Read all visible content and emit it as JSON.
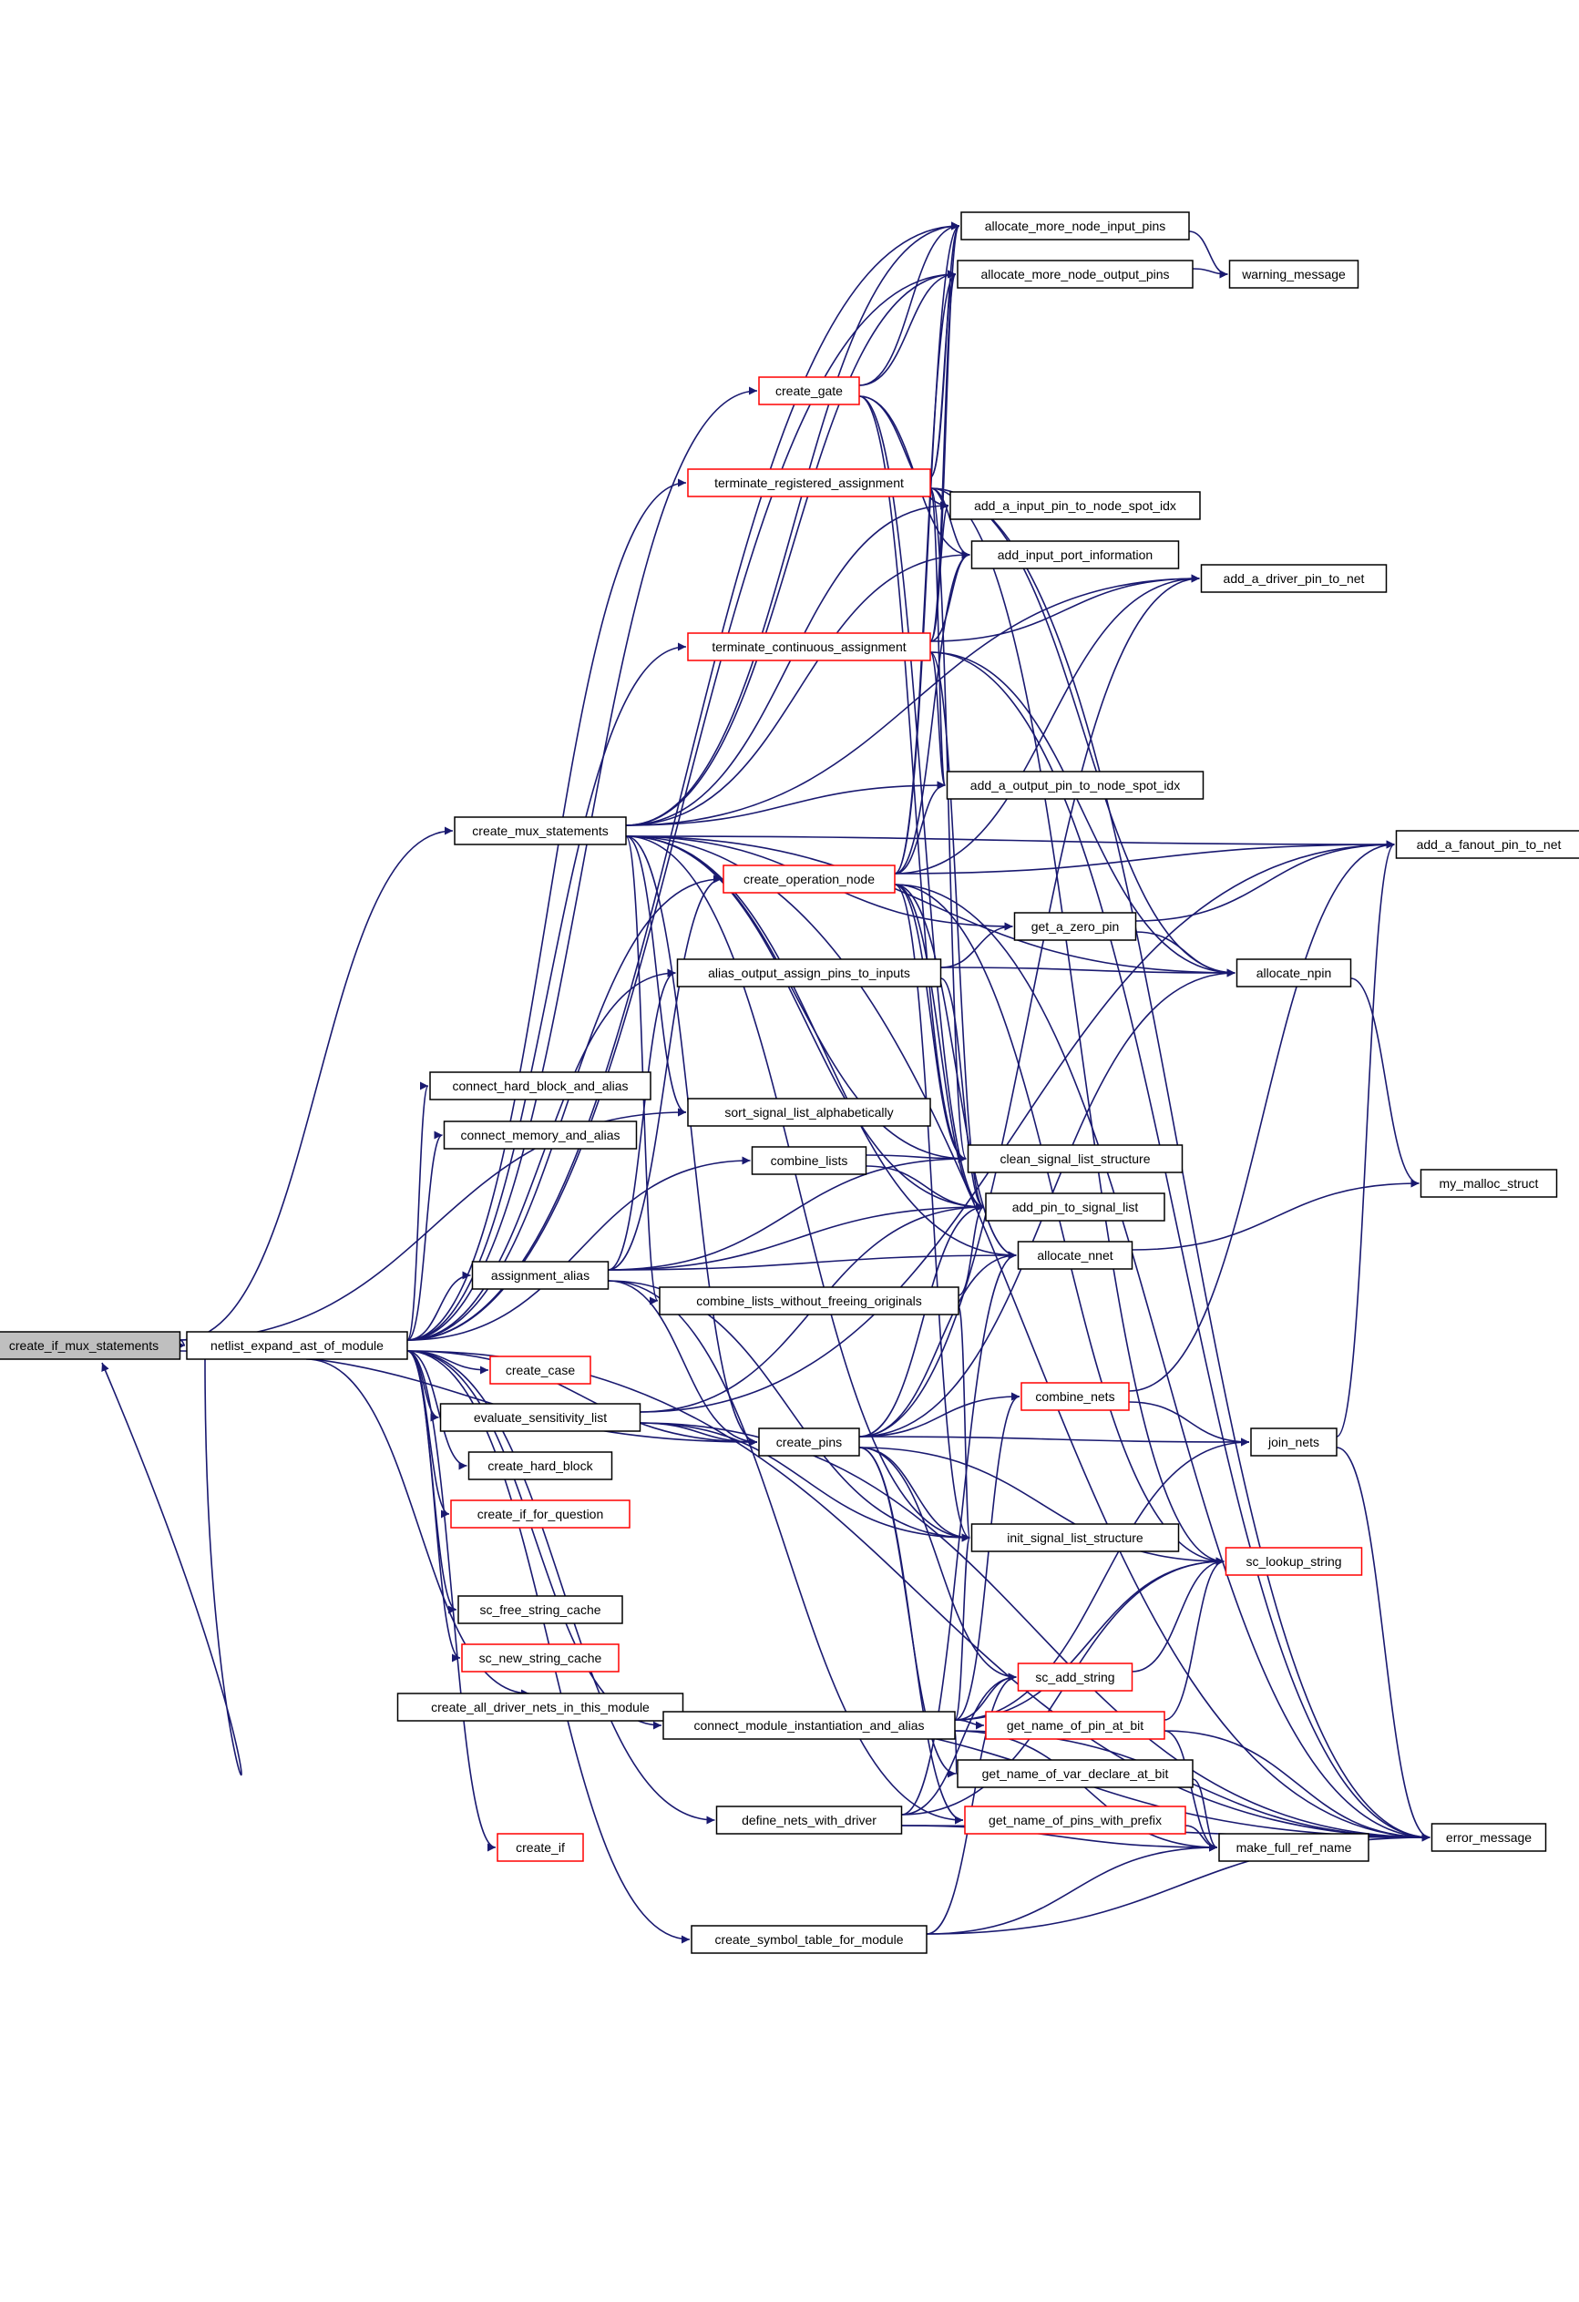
{
  "colors": {
    "edge": "#191970",
    "truncated_border": "#ff0000",
    "root_fill": "#bfbfbf"
  },
  "root": "create_if_mux_statements",
  "nodes": [
    {
      "id": "create_if_mux_statements",
      "label": "create_if_mux_statements",
      "truncated": false
    },
    {
      "id": "netlist_expand_ast_of_module",
      "label": "netlist_expand_ast_of_module",
      "truncated": false
    },
    {
      "id": "create_mux_statements",
      "label": "create_mux_statements",
      "truncated": false
    },
    {
      "id": "allocate_more_node_input_pins",
      "label": "allocate_more_node_input_pins",
      "truncated": false
    },
    {
      "id": "allocate_more_node_output_pins",
      "label": "allocate_more_node_output_pins",
      "truncated": false
    },
    {
      "id": "warning_message",
      "label": "warning_message",
      "truncated": false
    },
    {
      "id": "create_gate",
      "label": "create_gate",
      "truncated": true
    },
    {
      "id": "terminate_registered_assignment",
      "label": "terminate_registered_assignment",
      "truncated": true
    },
    {
      "id": "add_a_input_pin_to_node_spot_idx",
      "label": "add_a_input_pin_to_node_spot_idx",
      "truncated": false
    },
    {
      "id": "add_input_port_information",
      "label": "add_input_port_information",
      "truncated": false
    },
    {
      "id": "add_a_driver_pin_to_net",
      "label": "add_a_driver_pin_to_net",
      "truncated": false
    },
    {
      "id": "terminate_continuous_assignment",
      "label": "terminate_continuous_assignment",
      "truncated": true
    },
    {
      "id": "add_a_output_pin_to_node_spot_idx",
      "label": "add_a_output_pin_to_node_spot_idx",
      "truncated": false
    },
    {
      "id": "add_a_fanout_pin_to_net",
      "label": "add_a_fanout_pin_to_net",
      "truncated": false
    },
    {
      "id": "create_operation_node",
      "label": "create_operation_node",
      "truncated": true
    },
    {
      "id": "get_a_zero_pin",
      "label": "get_a_zero_pin",
      "truncated": false
    },
    {
      "id": "alias_output_assign_pins_to_inputs",
      "label": "alias_output_assign_pins_to_inputs",
      "truncated": false
    },
    {
      "id": "allocate_npin",
      "label": "allocate_npin",
      "truncated": false
    },
    {
      "id": "connect_hard_block_and_alias",
      "label": "connect_hard_block_and_alias",
      "truncated": false
    },
    {
      "id": "connect_memory_and_alias",
      "label": "connect_memory_and_alias",
      "truncated": false
    },
    {
      "id": "sort_signal_list_alphabetically",
      "label": "sort_signal_list_alphabetically",
      "truncated": false
    },
    {
      "id": "combine_lists",
      "label": "combine_lists",
      "truncated": false
    },
    {
      "id": "clean_signal_list_structure",
      "label": "clean_signal_list_structure",
      "truncated": false
    },
    {
      "id": "my_malloc_struct",
      "label": "my_malloc_struct",
      "truncated": false
    },
    {
      "id": "add_pin_to_signal_list",
      "label": "add_pin_to_signal_list",
      "truncated": false
    },
    {
      "id": "allocate_nnet",
      "label": "allocate_nnet",
      "truncated": false
    },
    {
      "id": "assignment_alias",
      "label": "assignment_alias",
      "truncated": false
    },
    {
      "id": "combine_lists_without_freeing_originals",
      "label": "combine_lists_without_freeing_originals",
      "truncated": false
    },
    {
      "id": "create_case",
      "label": "create_case",
      "truncated": true
    },
    {
      "id": "combine_nets",
      "label": "combine_nets",
      "truncated": true
    },
    {
      "id": "evaluate_sensitivity_list",
      "label": "evaluate_sensitivity_list",
      "truncated": false
    },
    {
      "id": "create_pins",
      "label": "create_pins",
      "truncated": false
    },
    {
      "id": "join_nets",
      "label": "join_nets",
      "truncated": false
    },
    {
      "id": "create_hard_block",
      "label": "create_hard_block",
      "truncated": false
    },
    {
      "id": "create_if_for_question",
      "label": "create_if_for_question",
      "truncated": true
    },
    {
      "id": "init_signal_list_structure",
      "label": "init_signal_list_structure",
      "truncated": false
    },
    {
      "id": "sc_lookup_string",
      "label": "sc_lookup_string",
      "truncated": true
    },
    {
      "id": "sc_free_string_cache",
      "label": "sc_free_string_cache",
      "truncated": false
    },
    {
      "id": "sc_new_string_cache",
      "label": "sc_new_string_cache",
      "truncated": true
    },
    {
      "id": "sc_add_string",
      "label": "sc_add_string",
      "truncated": true
    },
    {
      "id": "create_all_driver_nets_in_this_module",
      "label": "create_all_driver_nets_in_this_module",
      "truncated": false
    },
    {
      "id": "connect_module_instantiation_and_alias",
      "label": "connect_module_instantiation_and_alias",
      "truncated": false
    },
    {
      "id": "get_name_of_pin_at_bit",
      "label": "get_name_of_pin_at_bit",
      "truncated": true
    },
    {
      "id": "get_name_of_var_declare_at_bit",
      "label": "get_name_of_var_declare_at_bit",
      "truncated": false
    },
    {
      "id": "define_nets_with_driver",
      "label": "define_nets_with_driver",
      "truncated": false
    },
    {
      "id": "get_name_of_pins_with_prefix",
      "label": "get_name_of_pins_with_prefix",
      "truncated": true
    },
    {
      "id": "error_message",
      "label": "error_message",
      "truncated": false
    },
    {
      "id": "create_if",
      "label": "create_if",
      "truncated": true
    },
    {
      "id": "make_full_ref_name",
      "label": "make_full_ref_name",
      "truncated": false
    },
    {
      "id": "create_symbol_table_for_module",
      "label": "create_symbol_table_for_module",
      "truncated": false
    }
  ],
  "edges": [
    [
      "create_if_mux_statements",
      "netlist_expand_ast_of_module"
    ],
    [
      "create_if_mux_statements",
      "create_mux_statements"
    ],
    [
      "create_if_mux_statements",
      "sort_signal_list_alphabetically"
    ],
    [
      "create_if_mux_statements",
      "create_pins"
    ],
    [
      "netlist_expand_ast_of_module",
      "create_if_mux_statements"
    ],
    [
      "netlist_expand_ast_of_module",
      "allocate_more_node_input_pins"
    ],
    [
      "netlist_expand_ast_of_module",
      "allocate_more_node_output_pins"
    ],
    [
      "netlist_expand_ast_of_module",
      "create_gate"
    ],
    [
      "netlist_expand_ast_of_module",
      "terminate_registered_assignment"
    ],
    [
      "netlist_expand_ast_of_module",
      "terminate_continuous_assignment"
    ],
    [
      "netlist_expand_ast_of_module",
      "create_operation_node"
    ],
    [
      "netlist_expand_ast_of_module",
      "alias_output_assign_pins_to_inputs"
    ],
    [
      "netlist_expand_ast_of_module",
      "connect_hard_block_and_alias"
    ],
    [
      "netlist_expand_ast_of_module",
      "connect_memory_and_alias"
    ],
    [
      "netlist_expand_ast_of_module",
      "combine_lists"
    ],
    [
      "netlist_expand_ast_of_module",
      "assignment_alias"
    ],
    [
      "netlist_expand_ast_of_module",
      "create_case"
    ],
    [
      "netlist_expand_ast_of_module",
      "evaluate_sensitivity_list"
    ],
    [
      "netlist_expand_ast_of_module",
      "create_hard_block"
    ],
    [
      "netlist_expand_ast_of_module",
      "create_if_for_question"
    ],
    [
      "netlist_expand_ast_of_module",
      "sc_free_string_cache"
    ],
    [
      "netlist_expand_ast_of_module",
      "sc_new_string_cache"
    ],
    [
      "netlist_expand_ast_of_module",
      "create_all_driver_nets_in_this_module"
    ],
    [
      "netlist_expand_ast_of_module",
      "connect_module_instantiation_and_alias"
    ],
    [
      "netlist_expand_ast_of_module",
      "define_nets_with_driver"
    ],
    [
      "netlist_expand_ast_of_module",
      "create_symbol_table_for_module"
    ],
    [
      "netlist_expand_ast_of_module",
      "create_if"
    ],
    [
      "netlist_expand_ast_of_module",
      "error_message"
    ],
    [
      "netlist_expand_ast_of_module",
      "create_pins"
    ],
    [
      "create_mux_statements",
      "allocate_more_node_input_pins"
    ],
    [
      "create_mux_statements",
      "allocate_more_node_output_pins"
    ],
    [
      "create_mux_statements",
      "add_a_input_pin_to_node_spot_idx"
    ],
    [
      "create_mux_statements",
      "add_input_port_information"
    ],
    [
      "create_mux_statements",
      "add_a_output_pin_to_node_spot_idx"
    ],
    [
      "create_mux_statements",
      "add_a_fanout_pin_to_net"
    ],
    [
      "create_mux_statements",
      "add_a_driver_pin_to_net"
    ],
    [
      "create_mux_statements",
      "get_a_zero_pin"
    ],
    [
      "create_mux_statements",
      "allocate_npin"
    ],
    [
      "create_mux_statements",
      "sort_signal_list_alphabetically"
    ],
    [
      "create_mux_statements",
      "clean_signal_list_structure"
    ],
    [
      "create_mux_statements",
      "add_pin_to_signal_list"
    ],
    [
      "create_mux_statements",
      "allocate_nnet"
    ],
    [
      "create_mux_statements",
      "combine_lists_without_freeing_originals"
    ],
    [
      "create_mux_statements",
      "init_signal_list_structure"
    ],
    [
      "create_mux_statements",
      "create_pins"
    ],
    [
      "create_mux_statements",
      "error_message"
    ],
    [
      "allocate_more_node_input_pins",
      "warning_message"
    ],
    [
      "allocate_more_node_output_pins",
      "warning_message"
    ],
    [
      "create_gate",
      "allocate_more_node_input_pins"
    ],
    [
      "create_gate",
      "allocate_more_node_output_pins"
    ],
    [
      "create_gate",
      "add_input_port_information"
    ],
    [
      "create_gate",
      "add_a_input_pin_to_node_spot_idx"
    ],
    [
      "create_gate",
      "clean_signal_list_structure"
    ],
    [
      "create_gate",
      "add_pin_to_signal_list"
    ],
    [
      "terminate_registered_assignment",
      "allocate_more_node_input_pins"
    ],
    [
      "terminate_registered_assignment",
      "allocate_more_node_output_pins"
    ],
    [
      "terminate_registered_assignment",
      "add_a_input_pin_to_node_spot_idx"
    ],
    [
      "terminate_registered_assignment",
      "add_input_port_information"
    ],
    [
      "terminate_registered_assignment",
      "add_a_output_pin_to_node_spot_idx"
    ],
    [
      "terminate_registered_assignment",
      "sc_lookup_string"
    ],
    [
      "terminate_registered_assignment",
      "allocate_npin"
    ],
    [
      "terminate_registered_assignment",
      "error_message"
    ],
    [
      "terminate_registered_assignment",
      "clean_signal_list_structure"
    ],
    [
      "terminate_continuous_assignment",
      "allocate_more_node_input_pins"
    ],
    [
      "terminate_continuous_assignment",
      "allocate_more_node_output_pins"
    ],
    [
      "terminate_continuous_assignment",
      "add_a_input_pin_to_node_spot_idx"
    ],
    [
      "terminate_continuous_assignment",
      "add_input_port_information"
    ],
    [
      "terminate_continuous_assignment",
      "add_a_driver_pin_to_net"
    ],
    [
      "terminate_continuous_assignment",
      "add_a_output_pin_to_node_spot_idx"
    ],
    [
      "terminate_continuous_assignment",
      "allocate_npin"
    ],
    [
      "terminate_continuous_assignment",
      "error_message"
    ],
    [
      "terminate_continuous_assignment",
      "add_pin_to_signal_list"
    ],
    [
      "create_operation_node",
      "allocate_more_node_input_pins"
    ],
    [
      "create_operation_node",
      "allocate_more_node_output_pins"
    ],
    [
      "create_operation_node",
      "add_input_port_information"
    ],
    [
      "create_operation_node",
      "add_a_output_pin_to_node_spot_idx"
    ],
    [
      "create_operation_node",
      "add_a_driver_pin_to_net"
    ],
    [
      "create_operation_node",
      "add_a_fanout_pin_to_net"
    ],
    [
      "create_operation_node",
      "clean_signal_list_structure"
    ],
    [
      "create_operation_node",
      "add_pin_to_signal_list"
    ],
    [
      "create_operation_node",
      "allocate_nnet"
    ],
    [
      "create_operation_node",
      "init_signal_list_structure"
    ],
    [
      "create_operation_node",
      "sc_lookup_string"
    ],
    [
      "create_operation_node",
      "error_message"
    ],
    [
      "get_a_zero_pin",
      "add_a_fanout_pin_to_net"
    ],
    [
      "get_a_zero_pin",
      "allocate_npin"
    ],
    [
      "alias_output_assign_pins_to_inputs",
      "get_a_zero_pin"
    ],
    [
      "alias_output_assign_pins_to_inputs",
      "allocate_npin"
    ],
    [
      "alias_output_assign_pins_to_inputs",
      "add_pin_to_signal_list"
    ],
    [
      "allocate_npin",
      "my_malloc_struct"
    ],
    [
      "combine_lists",
      "clean_signal_list_structure"
    ],
    [
      "combine_lists",
      "add_pin_to_signal_list"
    ],
    [
      "allocate_nnet",
      "my_malloc_struct"
    ],
    [
      "assignment_alias",
      "create_operation_node"
    ],
    [
      "assignment_alias",
      "alias_output_assign_pins_to_inputs"
    ],
    [
      "assignment_alias",
      "clean_signal_list_structure"
    ],
    [
      "assignment_alias",
      "add_pin_to_signal_list"
    ],
    [
      "assignment_alias",
      "create_pins"
    ],
    [
      "assignment_alias",
      "init_signal_list_structure"
    ],
    [
      "assignment_alias",
      "allocate_nnet"
    ],
    [
      "assignment_alias",
      "get_name_of_pins_with_prefix"
    ],
    [
      "combine_lists_without_freeing_originals",
      "init_signal_list_structure"
    ],
    [
      "combine_lists_without_freeing_originals",
      "add_pin_to_signal_list"
    ],
    [
      "combine_nets",
      "add_a_fanout_pin_to_net"
    ],
    [
      "combine_nets",
      "join_nets"
    ],
    [
      "evaluate_sensitivity_list",
      "add_a_fanout_pin_to_net"
    ],
    [
      "evaluate_sensitivity_list",
      "add_pin_to_signal_list"
    ],
    [
      "evaluate_sensitivity_list",
      "create_pins"
    ],
    [
      "evaluate_sensitivity_list",
      "init_signal_list_structure"
    ],
    [
      "evaluate_sensitivity_list",
      "error_message"
    ],
    [
      "create_pins",
      "allocate_npin"
    ],
    [
      "create_pins",
      "allocate_nnet"
    ],
    [
      "create_pins",
      "combine_nets"
    ],
    [
      "create_pins",
      "join_nets"
    ],
    [
      "create_pins",
      "add_a_driver_pin_to_net"
    ],
    [
      "create_pins",
      "add_pin_to_signal_list"
    ],
    [
      "create_pins",
      "sc_lookup_string"
    ],
    [
      "create_pins",
      "sc_add_string"
    ],
    [
      "create_pins",
      "get_name_of_var_declare_at_bit"
    ],
    [
      "create_pins",
      "get_name_of_pins_with_prefix"
    ],
    [
      "create_pins",
      "init_signal_list_structure"
    ],
    [
      "join_nets",
      "add_a_fanout_pin_to_net"
    ],
    [
      "join_nets",
      "error_message"
    ],
    [
      "sc_add_string",
      "sc_lookup_string"
    ],
    [
      "connect_module_instantiation_and_alias",
      "sc_add_string"
    ],
    [
      "connect_module_instantiation_and_alias",
      "sc_lookup_string"
    ],
    [
      "connect_module_instantiation_and_alias",
      "join_nets"
    ],
    [
      "connect_module_instantiation_and_alias",
      "get_name_of_pin_at_bit"
    ],
    [
      "connect_module_instantiation_and_alias",
      "get_name_of_var_declare_at_bit"
    ],
    [
      "connect_module_instantiation_and_alias",
      "make_full_ref_name"
    ],
    [
      "connect_module_instantiation_and_alias",
      "error_message"
    ],
    [
      "connect_module_instantiation_and_alias",
      "combine_nets"
    ],
    [
      "connect_module_instantiation_and_alias",
      "init_signal_list_structure"
    ],
    [
      "get_name_of_pin_at_bit",
      "sc_lookup_string"
    ],
    [
      "get_name_of_pin_at_bit",
      "make_full_ref_name"
    ],
    [
      "get_name_of_pin_at_bit",
      "error_message"
    ],
    [
      "get_name_of_var_declare_at_bit",
      "make_full_ref_name"
    ],
    [
      "get_name_of_pins_with_prefix",
      "make_full_ref_name"
    ],
    [
      "define_nets_with_driver",
      "sc_add_string"
    ],
    [
      "define_nets_with_driver",
      "sc_lookup_string"
    ],
    [
      "define_nets_with_driver",
      "make_full_ref_name"
    ],
    [
      "define_nets_with_driver",
      "error_message"
    ],
    [
      "define_nets_with_driver",
      "allocate_nnet"
    ],
    [
      "create_symbol_table_for_module",
      "sc_add_string"
    ],
    [
      "create_symbol_table_for_module",
      "make_full_ref_name"
    ],
    [
      "create_symbol_table_for_module",
      "error_message"
    ],
    [
      "create_all_driver_nets_in_this_module",
      "error_message"
    ]
  ]
}
